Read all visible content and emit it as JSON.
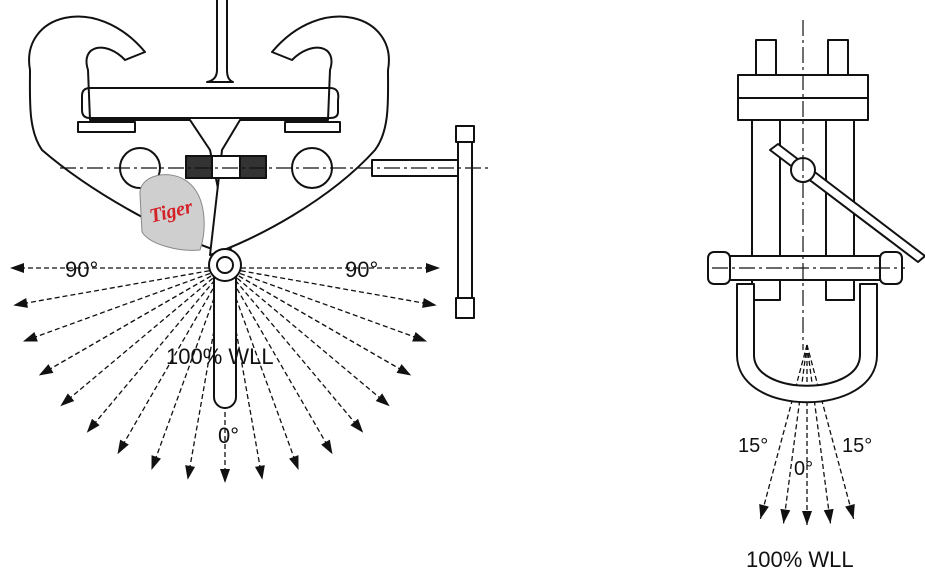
{
  "left_view": {
    "brand_logo": "Tiger",
    "left_angle_label": "90°",
    "right_angle_label": "90°",
    "capacity_label": "100% WLL",
    "center_angle_label": "0°",
    "arrow_angles_deg": [
      -90,
      -80,
      -70,
      -60,
      -50,
      -40,
      -30,
      -20,
      -10,
      0,
      10,
      20,
      30,
      40,
      50,
      60,
      70,
      80,
      90
    ]
  },
  "right_view": {
    "left_angle_label": "15°",
    "center_angle_label": "0°",
    "right_angle_label": "15°",
    "capacity_label": "100% WLL",
    "arrow_angles_deg": [
      -15,
      -7.5,
      0,
      7.5,
      15
    ]
  },
  "colors": {
    "line": "#111111",
    "logo_fill": "#cfcfcf",
    "logo_text": "#d42027"
  }
}
